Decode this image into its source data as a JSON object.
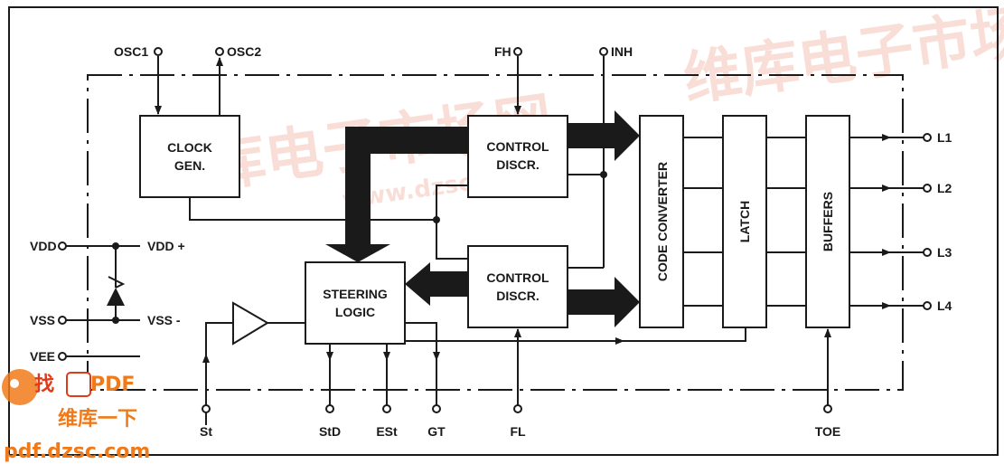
{
  "blocks": {
    "clock_gen_1": "CLOCK",
    "clock_gen_2": "GEN.",
    "control_top_1": "CONTROL",
    "control_top_2": "DISCR.",
    "control_bot_1": "CONTROL",
    "control_bot_2": "DISCR.",
    "steering_1": "STEERING",
    "steering_2": "LOGIC",
    "code_converter": "CODE CONVERTER",
    "latch": "LATCH",
    "buffers": "BUFFERS"
  },
  "pins": {
    "osc1": "OSC1",
    "osc2": "OSC2",
    "fh": "FH",
    "inh": "INH",
    "vdd": "VDD",
    "vdd_plus": "VDD +",
    "vss": "VSS",
    "vss_minus": "VSS -",
    "vee": "VEE",
    "st": "St",
    "std": "StD",
    "est": "ESt",
    "gt": "GT",
    "fl": "FL",
    "toe": "TOE",
    "l1": "L1",
    "l2": "L2",
    "l3": "L3",
    "l4": "L4"
  },
  "watermark": {
    "brand_line1": "找",
    "brand_pdf": "PDF",
    "brand_line2": "维库一下",
    "site": "pdf.dzsc.com",
    "overlay_cn": "维库电子市场网",
    "overlay_url": "www.dzsc.com"
  },
  "colors": {
    "ink": "#1a1a1a",
    "watermark": "#f2b8a8",
    "brand_orange": "#f07a1a",
    "brand_red": "#e03a1a"
  }
}
